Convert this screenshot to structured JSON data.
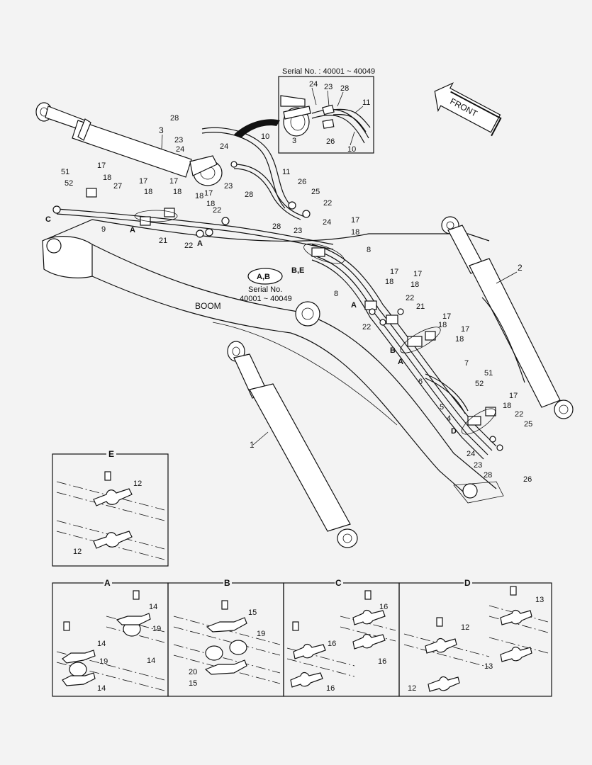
{
  "serial_top": "Serial No. : 40001 ~ 40049",
  "serial_mid_line1": "Serial No.",
  "serial_mid_line2": "40001 ~ 40049",
  "front_label": "FRONT",
  "boom_label": "BOOM",
  "oval_label": "A,B",
  "be_label": "B,E",
  "detail_E_title": "E",
  "detail_A_title": "A",
  "detail_B_title": "B",
  "detail_C_title": "C",
  "detail_D_title": "D",
  "callouts_main": {
    "c1": "1",
    "c2": "2",
    "c3": "3",
    "c4": "4",
    "c5": "5",
    "c6": "6",
    "c7": "7",
    "c8a": "8",
    "c8b": "8",
    "c9": "9",
    "c10": "10",
    "c11": "11",
    "c17a": "17",
    "c17b": "17",
    "c17c": "17",
    "c17d": "17",
    "c17e": "17",
    "c17f": "17",
    "c17g": "17",
    "c17h": "17",
    "c17i": "17",
    "c17j": "17",
    "c18a": "18",
    "c18b": "18",
    "c18c": "18",
    "c18d": "18",
    "c18e": "18",
    "c18f": "18",
    "c18g": "18",
    "c18h": "18",
    "c18i": "18",
    "c18j": "18",
    "c18k": "18",
    "c21a": "21",
    "c21b": "21",
    "c22a": "22",
    "c22b": "22",
    "c22c": "22",
    "c22d": "22",
    "c22e": "22",
    "c22f": "22",
    "c23a": "23",
    "c23b": "23",
    "c23c": "23",
    "c23d": "23",
    "c24a": "24",
    "c24b": "24",
    "c24c": "24",
    "c24d": "24",
    "c25a": "25",
    "c25b": "25",
    "c26a": "26",
    "c26b": "26",
    "c27": "27",
    "c28a": "28",
    "c28b": "28",
    "c28c": "28",
    "c28d": "28",
    "c51a": "51",
    "c51b": "51",
    "c52a": "52",
    "c52b": "52",
    "lA1": "A",
    "lA2": "A",
    "lA3": "A",
    "lA4": "A",
    "lB1": "B",
    "lC1": "C",
    "lD1": "D"
  },
  "callouts_inset": {
    "i24": "24",
    "i23": "23",
    "i28": "28",
    "i11": "11",
    "i3": "3",
    "i26": "26",
    "i10": "10"
  },
  "callouts_E": {
    "e12a": "12",
    "e12b": "12"
  },
  "callouts_A": {
    "a14a": "14",
    "a19a": "19",
    "a14b": "14",
    "a14c": "14",
    "a19b": "19",
    "a14d": "14"
  },
  "callouts_B": {
    "b15a": "15",
    "b19": "19",
    "b20": "20",
    "b15b": "15"
  },
  "callouts_C": {
    "c16a": "16",
    "c16b": "16",
    "c16c": "16",
    "c16d": "16"
  },
  "callouts_D": {
    "d13a": "13",
    "d12a": "12",
    "d13b": "13",
    "d12b": "12"
  }
}
